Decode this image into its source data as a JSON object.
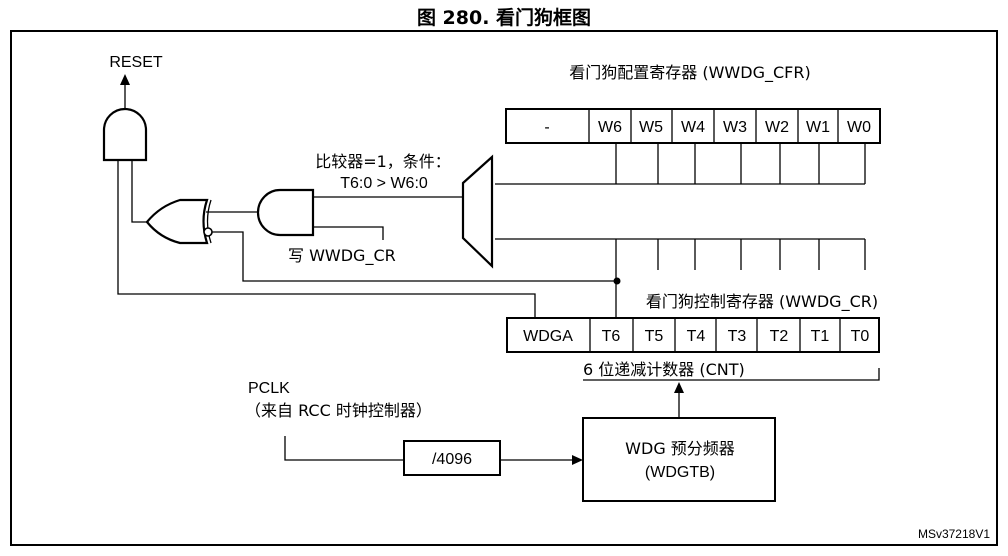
{
  "figure": {
    "title": "图 280. 看门狗框图",
    "figure_id": "MSv37218V1"
  },
  "labels": {
    "reset": "RESET",
    "comparator_line1": "比较器=1，条件：",
    "comparator_line2": "T6:0 > W6:0",
    "write_cr": "写 WWDG_CR",
    "cfr_register": "看门狗配置寄存器 (WWDG_CFR)",
    "cr_register": "看门狗控制寄存器 (WWDG_CR)",
    "counter": "6 位递减计数器 (CNT)",
    "pclk": "PCLK",
    "pclk_source": "（来自 RCC 时钟控制器）",
    "divider": "/4096",
    "prescaler_line1": "WDG 预分频器",
    "prescaler_line2": "(WDGTB)"
  },
  "cfr_bits": [
    "-",
    "W6",
    "W5",
    "W4",
    "W3",
    "W2",
    "W1",
    "W0"
  ],
  "cr_bits": [
    "WDGA",
    "T6",
    "T5",
    "T4",
    "T3",
    "T2",
    "T1",
    "T0"
  ]
}
